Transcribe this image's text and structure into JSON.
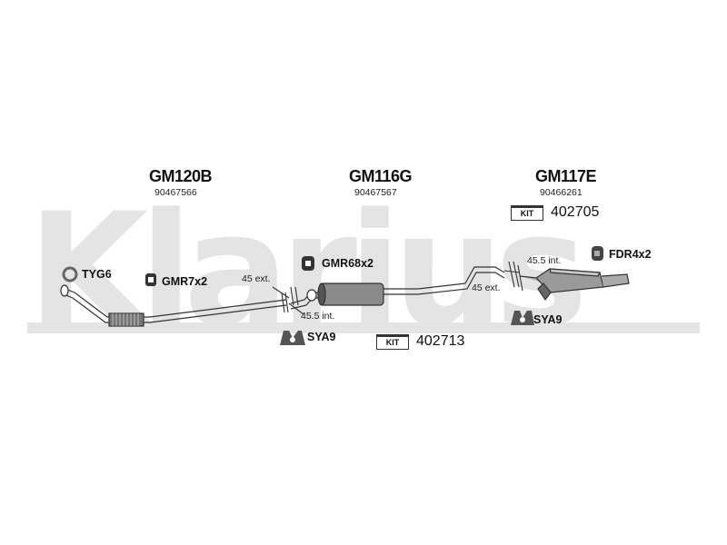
{
  "watermark": {
    "text": "Klarius"
  },
  "sections": [
    {
      "code": "GM120B",
      "part_number": "90467566"
    },
    {
      "code": "GM116G",
      "part_number": "90467567"
    },
    {
      "code": "GM117E",
      "part_number": "90466261"
    }
  ],
  "kits": [
    {
      "badge": "KIT",
      "number": "402705"
    },
    {
      "badge": "KIT",
      "number": "402713"
    }
  ],
  "fittings": {
    "tyg": "TYG6",
    "gmr7": "GMR7x2",
    "gmr68": "GMR68x2",
    "fdr": "FDR4x2",
    "sya_left": "SYA9",
    "sya_right": "SYA9"
  },
  "dimensions": {
    "left_ext": "45 ext.",
    "left_int": "45.5 int.",
    "right_int": "45.5 int.",
    "right_ext": "45 ext."
  }
}
